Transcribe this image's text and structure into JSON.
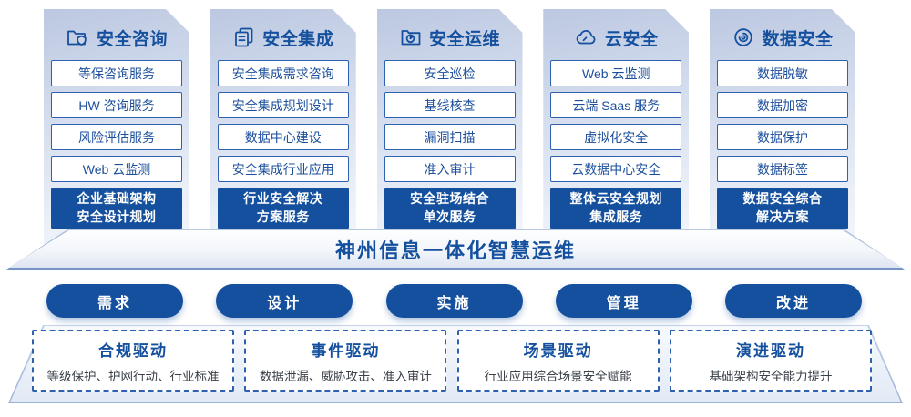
{
  "colors": {
    "primary": "#15509E",
    "item_border": "#2E62B0",
    "item_text": "#1C4F9C",
    "desc_text": "#3B4048"
  },
  "banner": {
    "title": "神州信息一体化智慧运维"
  },
  "columns": [
    {
      "icon": "folder-shield-icon",
      "title": "安全咨询",
      "items": [
        "等保咨询服务",
        "HW 咨询服务",
        "风险评估服务",
        "Web 云监测"
      ],
      "highlight": [
        "企业基础架构",
        "安全设计规划"
      ]
    },
    {
      "icon": "copy-documents-icon",
      "title": "安全集成",
      "items": [
        "安全集成需求咨询",
        "安全集成规划设计",
        "数据中心建设",
        "安全集成行业应用"
      ],
      "highlight": [
        "行业安全解决",
        "方案服务"
      ]
    },
    {
      "icon": "folder-pie-icon",
      "title": "安全运维",
      "items": [
        "安全巡检",
        "基线核查",
        "漏洞扫描",
        "准入审计"
      ],
      "highlight": [
        "安全驻场结合",
        "单次服务"
      ]
    },
    {
      "icon": "cloud-icon",
      "title": "云安全",
      "items": [
        "Web 云监测",
        "云端 Saas 服务",
        "虚拟化安全",
        "云数据中心安全"
      ],
      "highlight": [
        "整体云安全规划",
        "集成服务"
      ]
    },
    {
      "icon": "fingerprint-icon",
      "title": "数据安全",
      "items": [
        "数据脱敏",
        "数据加密",
        "数据保护",
        "数据标签"
      ],
      "highlight": [
        "数据安全综合",
        "解决方案"
      ]
    }
  ],
  "process_pills": [
    "需求",
    "设计",
    "实施",
    "管理",
    "改进"
  ],
  "drivers": [
    {
      "title": "合规驱动",
      "desc": "等级保护、护网行动、行业标准"
    },
    {
      "title": "事件驱动",
      "desc": "数据泄漏、威胁攻击、准入审计"
    },
    {
      "title": "场景驱动",
      "desc": "行业应用综合场景安全赋能"
    },
    {
      "title": "演进驱动",
      "desc": "基础架构安全能力提升"
    }
  ]
}
